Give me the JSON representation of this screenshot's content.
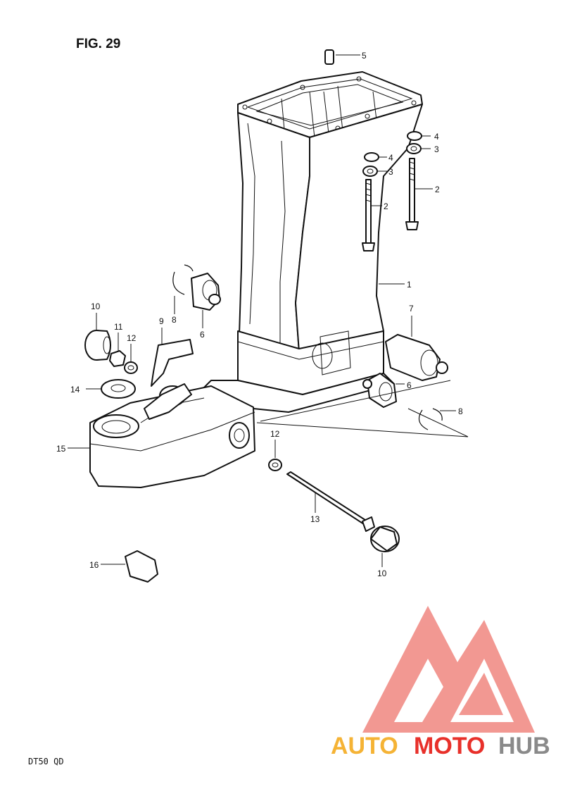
{
  "figure_title": "FIG. 29",
  "model_code": "DT50 QD",
  "watermark": {
    "text_part1": "AUTO",
    "text_part2": "MOTO",
    "text_part3": "HUB",
    "colors": {
      "part1": "#f5b335",
      "part2": "#e8302a",
      "part3": "#8a8a8a",
      "logo": "#f18d87"
    }
  },
  "callouts": [
    {
      "id": "c1",
      "text": "1"
    },
    {
      "id": "c2a",
      "text": "2"
    },
    {
      "id": "c2b",
      "text": "2"
    },
    {
      "id": "c3a",
      "text": "3"
    },
    {
      "id": "c3b",
      "text": "3"
    },
    {
      "id": "c4a",
      "text": "4"
    },
    {
      "id": "c4b",
      "text": "4"
    },
    {
      "id": "c5",
      "text": "5"
    },
    {
      "id": "c6a",
      "text": "6"
    },
    {
      "id": "c6b",
      "text": "6"
    },
    {
      "id": "c7",
      "text": "7"
    },
    {
      "id": "c8a",
      "text": "8"
    },
    {
      "id": "c8b",
      "text": "8"
    },
    {
      "id": "c9",
      "text": "9"
    },
    {
      "id": "c10a",
      "text": "10"
    },
    {
      "id": "c10b",
      "text": "10"
    },
    {
      "id": "c11",
      "text": "11"
    },
    {
      "id": "c12a",
      "text": "12"
    },
    {
      "id": "c12b",
      "text": "12"
    },
    {
      "id": "c13",
      "text": "13"
    },
    {
      "id": "c14",
      "text": "14"
    },
    {
      "id": "c15",
      "text": "15"
    },
    {
      "id": "c16",
      "text": "16"
    }
  ]
}
